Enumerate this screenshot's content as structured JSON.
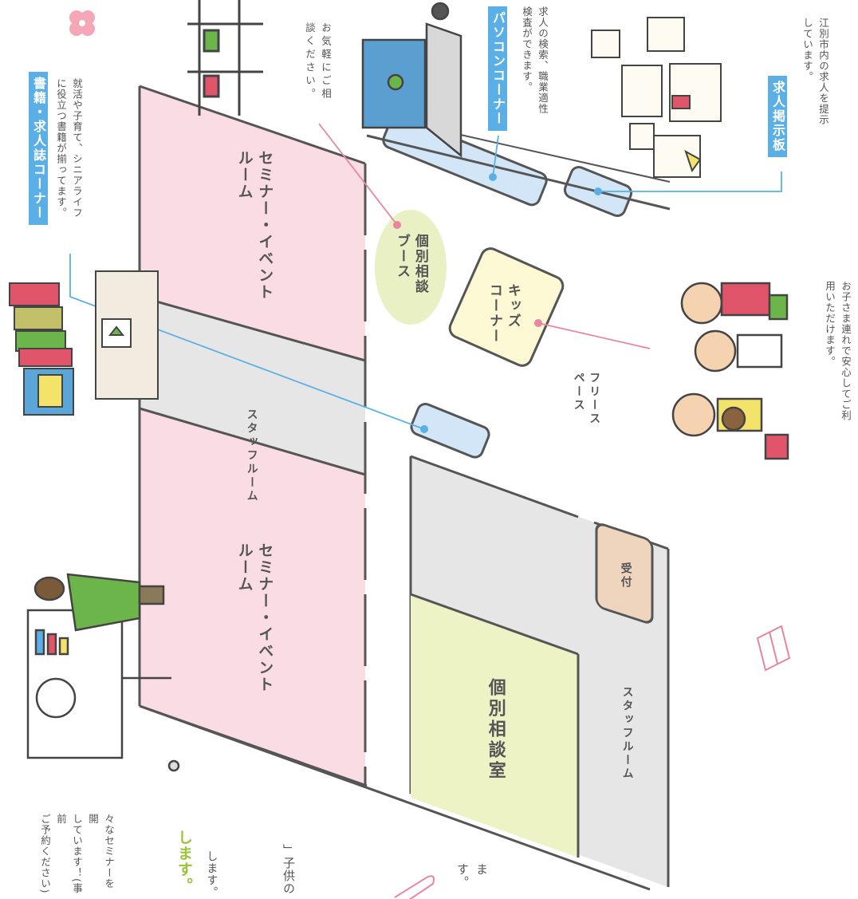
{
  "labels": {
    "seminar_room_top": "セミナー・イベント\nルーム",
    "seminar_room_bottom": "セミナー・イベント\nルーム",
    "staff_room_small": "スタッフルーム",
    "consult_booth": "個別相談\nブース",
    "kids_corner": "キッズ\nコーナー",
    "free_space": "フリース\nペース",
    "reception": "受付",
    "private_room": "個別相談室",
    "staff_room_large": "スタッフルーム"
  },
  "callouts": {
    "books": {
      "title": "書籍・求人誌コーナー",
      "desc": "就活や子育て、シニアライフ\nに役立つ書籍が揃ってます。",
      "color": "#5ab0e6"
    },
    "pc": {
      "title": "パソコンコーナー",
      "desc": "求人の検索、職業適性\n検査ができます。",
      "color": "#5ab0e6"
    },
    "board": {
      "title": "求人掲示板",
      "desc": "江別市内の求人を提示\nしています。",
      "color": "#5ab0e6"
    },
    "booth": {
      "desc": "お気軽にご相\n談ください。"
    },
    "kids": {
      "desc": "お子さま連れで安心してご利\n用いただけます。"
    }
  },
  "left_texts": {
    "seminar_desc": "々なセミナーを開\nしています！(事前\nご予約ください)",
    "accent": "します。",
    "accent_sub": "します。",
    "mid": "」子供の",
    "bottom": "ます。"
  },
  "colors": {
    "pink_room": "#fadde4",
    "gray_room": "#e6e6e6",
    "green_room": "#eef3c6",
    "yellow_kids": "#fdf9d4",
    "booth_green": "#e9f0c3",
    "reception": "#efd5bd",
    "pc_desk": "#d2e6f7",
    "callout_blue": "#5ab0e6",
    "leader_pink": "#e8869f",
    "accent_green": "#9cc43a"
  }
}
